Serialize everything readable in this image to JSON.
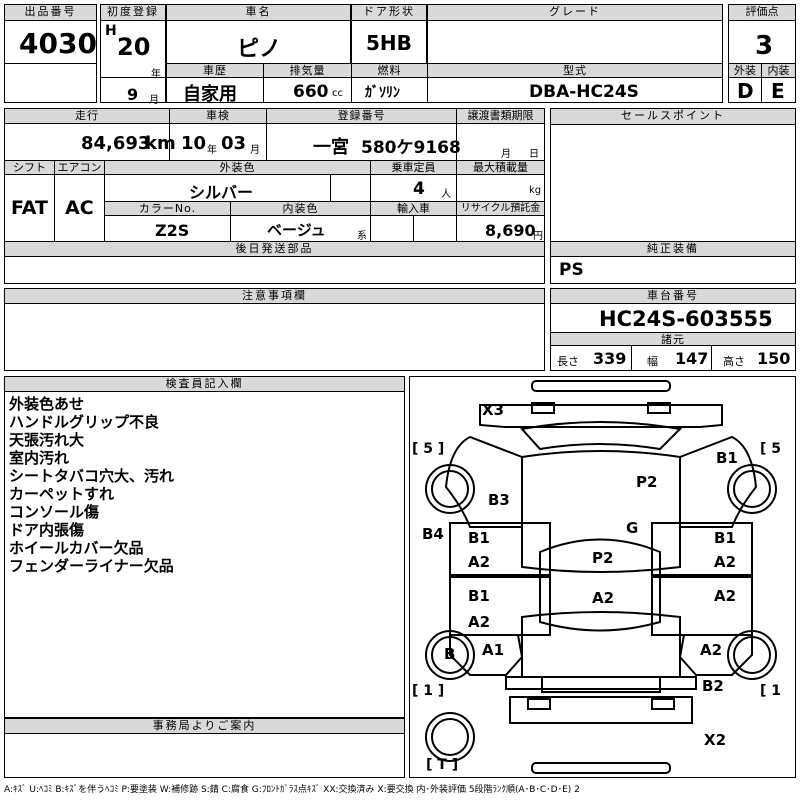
{
  "row1": {
    "lot_label": "出品番号",
    "lot_value": "4030",
    "first_reg_label": "初度登録",
    "era": "H",
    "year": "20",
    "year_unit": "年",
    "month": "9",
    "month_unit": "月",
    "car_name_label": "車名",
    "car_name": "ピノ",
    "door_label": "ドア形状",
    "door": "5HB",
    "grade_label": "グレード",
    "grade": "",
    "score_label": "評価点",
    "score": "3",
    "history_label": "車歴",
    "history": "自家用",
    "displacement_label": "排気量",
    "displacement": "660",
    "displacement_unit": "cc",
    "fuel_label": "燃料",
    "fuel": "ｶﾞｿﾘﾝ",
    "model_label": "型式",
    "model": "DBA-HC24S",
    "exterior_label": "外装",
    "exterior": "D",
    "interior_label": "内装",
    "interior": "E"
  },
  "row2": {
    "mileage_label": "走行",
    "mileage": "84,693",
    "mileage_unit": "km",
    "inspection_label": "車検",
    "insp_year": "10",
    "insp_year_unit": "年",
    "insp_month": "03",
    "insp_month_unit": "月",
    "reg_no_label": "登録番号",
    "reg_area": "一宮",
    "reg_no": "580ケ9168",
    "transfer_label": "譲渡書類期限",
    "transfer_month": "月",
    "transfer_day": "日",
    "sales_label": "セールスポイント",
    "shift_label": "シフト",
    "shift": "FAT",
    "ac_label": "エアコン",
    "ac": "AC",
    "color_label": "外装色",
    "color": "シルバー",
    "capacity_label": "乗車定員",
    "capacity": "4",
    "capacity_unit": "人",
    "load_label": "最大積載量",
    "load_unit": "kg",
    "color_no_label": "カラーNo.",
    "color_no": "Z2S",
    "int_color_label": "内装色",
    "int_color": "ベージュ",
    "int_color_unit": "系",
    "import_label": "輸入車",
    "recycle_label": "リサイクル預託金",
    "recycle": "8,690",
    "recycle_unit": "円"
  },
  "later_parts_label": "後日発送部品",
  "genuine_label": "純正装備",
  "genuine": "PS",
  "notes_label": "注意事項欄",
  "chassis_label": "車台番号",
  "chassis": "HC24S-603555",
  "dims_label": "諸元",
  "length_label": "長さ",
  "length": "339",
  "width_label": "幅",
  "width": "147",
  "height_label": "高さ",
  "height": "150",
  "inspector_label": "検査員記入欄",
  "inspector_notes": [
    "外装色あせ",
    "ハンドルグリップ不良",
    "天張汚れ大",
    "室内汚れ",
    "シートタバコ穴大、汚れ",
    "カーペットすれ",
    "コンソール傷",
    "ドア内張傷",
    "ホイールカバー欠品",
    "フェンダーライナー欠品"
  ],
  "office_label": "事務局よりご案内",
  "diagram": {
    "x3": "X3",
    "p2_top": "P2",
    "g": "G",
    "p2_mid": "P2",
    "a2_center": "A2",
    "b3": "B3",
    "b4": "B4",
    "b1_lt": "B1",
    "a2_lt": "A2",
    "b1_lb": "B1",
    "a2_lb": "A2",
    "b1_rt": "B1",
    "a2_rt": "A2",
    "a2_rb": "A2",
    "b1_right_top": "B1",
    "b_wheel": "B",
    "a1": "A1",
    "a2_rr": "A2",
    "b2": "B2",
    "x2": "X2",
    "bracket_5l": "[ 5 ]",
    "bracket_5r": "[ 5",
    "bracket_1l": "[ 1 ]",
    "bracket_1r": "[ 1",
    "bracket_t": "[ T ]"
  },
  "legend": "A:ｷｽﾞ U:ﾍｺﾐ B:ｷｽﾞを伴うﾍｺﾐ P:要塗装 W:補修跡 S:錆 C:腐食 G:ﾌﾛﾝﾄｶﾞﾗｽ点ｷｽﾞ XX:交換済み X:要交換 内･外装評価 5段階ﾗﾝｸ順(A･B･C･D･E) 2"
}
